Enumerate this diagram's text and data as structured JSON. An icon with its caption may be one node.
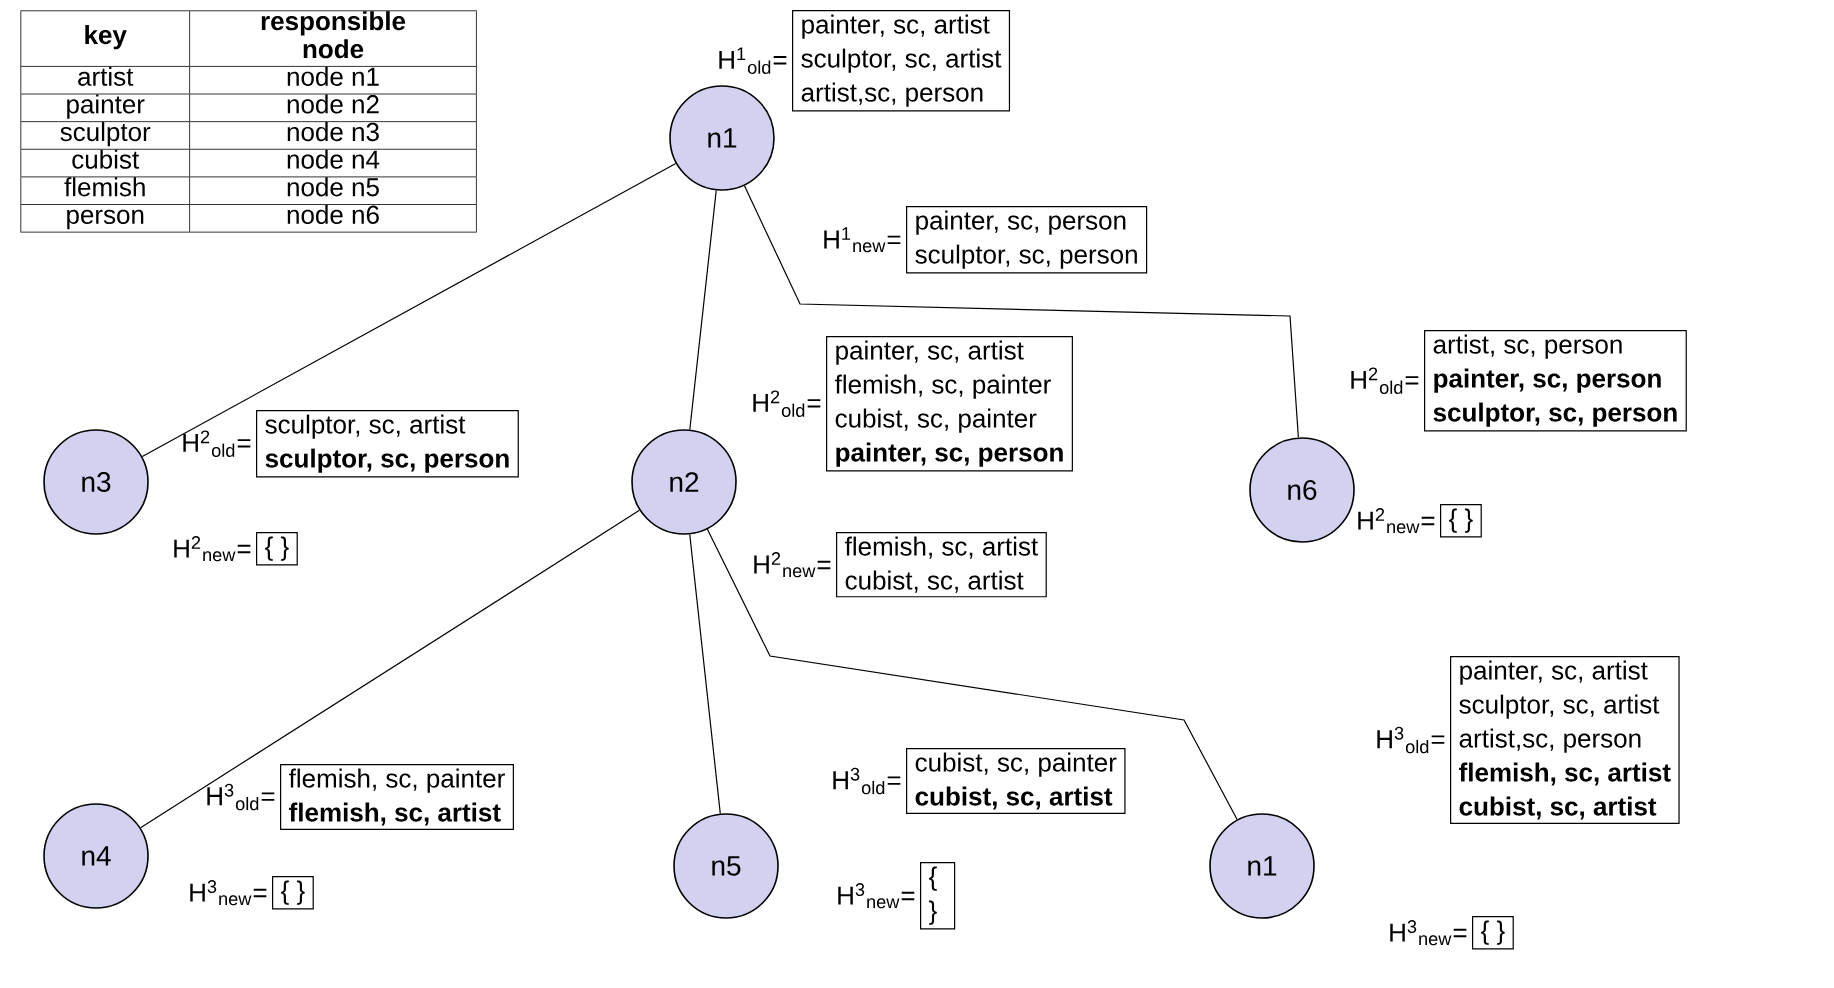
{
  "diagram": {
    "nodes": [
      {
        "text": [
          "n1"
        ]
      },
      {
        "text": [
          "painter, sc, artist",
          "sculptor, sc, artist",
          "artist,sc, person"
        ],
        "beside": [
          "H$^{1}$$_{old}$="
        ]
      },
      {
        "text": [
          "painter, sc, person",
          "sculptor, sc, person"
        ],
        "beside": [
          "H$^{1}$$_{new}$="
        ]
      },
      {
        "text": [
          "n2"
        ]
      },
      {
        "text": [
          "painter, sc, artist",
          "flemish, sc, painter",
          "cubist, sc, painter",
          "**painter, sc, person**"
        ],
        "beside": [
          "H$^{2}$$_{old}$="
        ]
      },
      {
        "text": [
          "flemish, sc, artist",
          "cubist, sc, artist"
        ],
        "beside": [
          "H$^{2}$$_{new}$="
        ]
      },
      {
        "text": [
          "n3"
        ]
      },
      {
        "text": [
          "sculptor, sc, artist",
          "**sculptor, sc, person**"
        ],
        "beside": [
          "H$^{2}$$_{old}$="
        ]
      },
      {
        "text": [
          "{ }"
        ],
        "beside": [
          "H$^{2}$$_{new}$="
        ]
      },
      {
        "text": [
          "n6"
        ]
      },
      {
        "text": [
          "artist, sc, person",
          "**painter, sc, person**",
          "**sculptor, sc, person**"
        ],
        "beside": [
          "H$^{2}$$_{old}$="
        ]
      },
      {
        "text": [
          "{ }"
        ],
        "beside": [
          "H$^{2}$$_{new}$="
        ]
      },
      {
        "text": [
          "n4"
        ]
      },
      {
        "text": [
          "flemish, sc, painter",
          "**flemish, sc, artist**"
        ],
        "beside": [
          "H$^{3}$$_{old}$="
        ]
      },
      {
        "text": [
          "{ }"
        ],
        "beside": [
          "H$^{3}$$_{new}$="
        ]
      },
      {
        "text": [
          "n5"
        ]
      },
      {
        "text": [
          "cubist, sc, painter",
          "**cubist, sc, artist**"
        ],
        "beside": [
          "H$^{3}$$_{old}$="
        ]
      },
      {
        "text": [
          "{ }"
        ],
        "beside": [
          "H$^{3}$$_{new}$="
        ]
      },
      {
        "text": [
          "n1"
        ]
      },
      {
        "text": [
          "painter, sc, artist",
          "sculptor, sc, artist",
          "artist,sc, person",
          "**flemish, sc, artist**",
          "**cubist, sc, artist**"
        ],
        "beside": [
          "H$^{3}$$_{old}$="
        ]
      },
      {
        "text": [
          "{ }"
        ],
        "beside": [
          "H$^{3}$$_{new}$="
        ]
      }
    ],
    "edges": [
      {
        "from": 0,
        "to": 6,
        "arrow": "none"
      },
      {
        "from": 0,
        "to": 3,
        "arrow": "none"
      },
      {
        "from": 0,
        "to": 9,
        "arrow": "none"
      },
      {
        "from": 3,
        "to": 12,
        "arrow": "none"
      },
      {
        "from": 3,
        "to": 15,
        "arrow": "none"
      },
      {
        "from": 3,
        "to": 18,
        "arrow": "none"
      }
    ],
    "labels": [
      "key",
      "responsible node",
      "artist",
      "node n1",
      "painter",
      "node n2",
      "sculptor",
      "node n3",
      "cubist",
      "node n4",
      "flemish",
      "node n5",
      "person",
      "node n6"
    ]
  }
}
